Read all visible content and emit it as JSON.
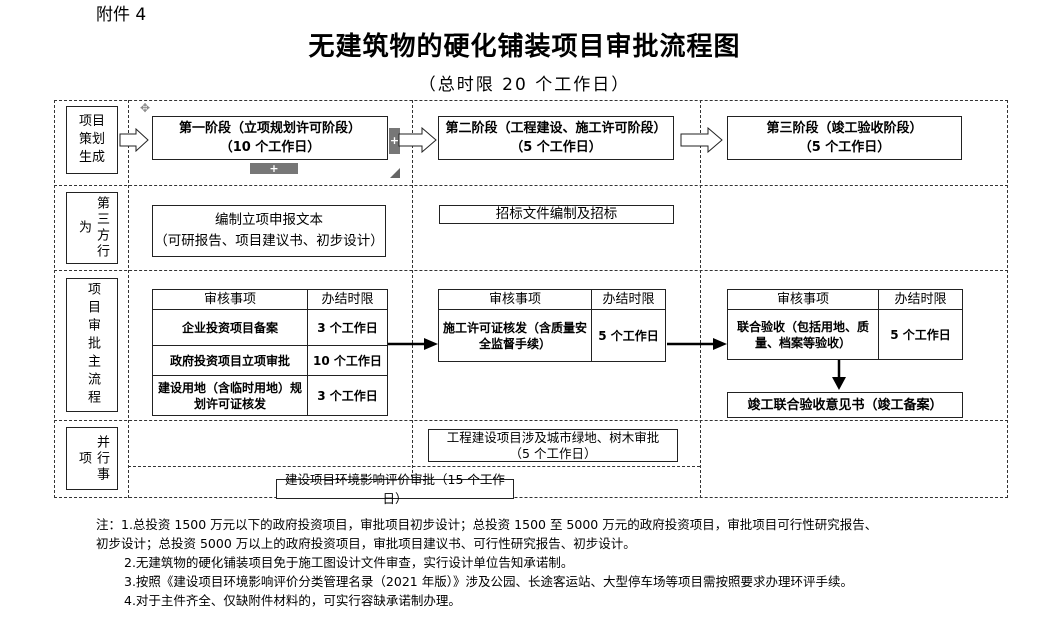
{
  "attachment": "附件 4",
  "title": "无建筑物的硬化铺装项目审批流程图",
  "subtitle": "（总时限 20 个工作日）",
  "row_labels": {
    "planning": "项目策划生成",
    "third_party": "第三方行为",
    "main_flow": "项目审批主流程",
    "parallel": "并行事项"
  },
  "stages": [
    {
      "name": "第一阶段（立项规划许可阶段）",
      "time": "（10 个工作日）"
    },
    {
      "name": "第二阶段（工程建设、施工许可阶段）",
      "time": "（5 个工作日）"
    },
    {
      "name": "第三阶段（竣工验收阶段）",
      "time": "（5 个工作日）"
    }
  ],
  "third_party": {
    "box1_line1": "编制立项申报文本",
    "box1_line2": "（可研报告、项目建议书、初步设计）",
    "box2": "招标文件编制及招标"
  },
  "table_headers": {
    "item": "审核事项",
    "time": "办结时限"
  },
  "stage1_rows": [
    {
      "item": "企业投资项目备案",
      "time": "3 个工作日"
    },
    {
      "item": "政府投资项目立项审批",
      "time": "10 个工作日"
    },
    {
      "item": "建设用地（含临时用地）规划许可证核发",
      "time": "3 个工作日"
    }
  ],
  "stage2_rows": [
    {
      "item": "施工许可证核发（含质量安全监督手续）",
      "time": "5 个工作日"
    }
  ],
  "stage3_rows": [
    {
      "item": "联合验收（包括用地、质量、档案等验收）",
      "time": "5 个工作日"
    }
  ],
  "final_box": "竣工联合验收意见书（竣工备案）",
  "parallel": {
    "green_line1": "工程建设项目涉及城市绿地、树木审批",
    "green_line2": "（5 个工作日）",
    "env": "建设项目环境影响评价审批（15 个工作日）"
  },
  "notes": [
    "注：1.总投资 1500 万元以下的政府投资项目，审批项目初步设计；总投资 1500 至 5000 万元的政府投资项目，审批项目可行性研究报告、",
    "初步设计；总投资 5000 万以上的政府投资项目，审批项目建议书、可行性研究报告、初步设计。",
    "2.无建筑物的硬化铺装项目免于施工图设计文件审查，实行设计单位告知承诺制。",
    "3.按照《建设项目环境影响评价分类管理名录（2021 年版）》涉及公园、长途客运站、大型停车场等项目需按照要求办理环评手续。",
    "4.对于主件齐全、仅缺附件材料的，可实行容缺承诺制办理。"
  ]
}
